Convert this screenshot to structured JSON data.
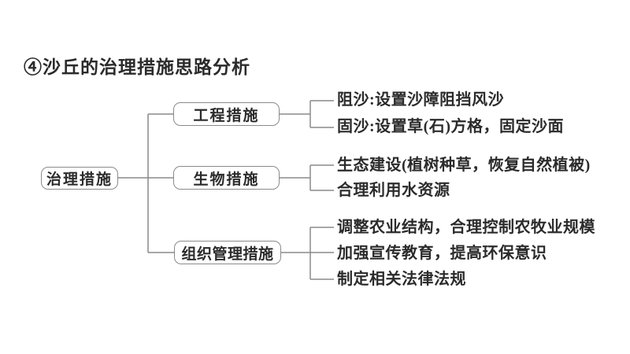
{
  "page": {
    "title": "④沙丘的治理措施思路分析",
    "background_color": "#ffffff",
    "line_color": "#8a8a8a",
    "text_color": "#2b2b2b"
  },
  "tree": {
    "root": {
      "label": "治理措施"
    },
    "branches": [
      {
        "label": "工程措施",
        "leaves": [
          "阻沙:设置沙障阻挡风沙",
          "固沙:设置草(石)方格，固定沙面"
        ]
      },
      {
        "label": "生物措施",
        "leaves": [
          "生态建设(植树种草，恢复自然植被)",
          "合理利用水资源"
        ]
      },
      {
        "label": "组织管理措施",
        "leaves": [
          "调整农业结构，合理控制农牧业规模",
          "加强宣传教育，提高环保意识",
          "制定相关法律法规"
        ]
      }
    ]
  }
}
